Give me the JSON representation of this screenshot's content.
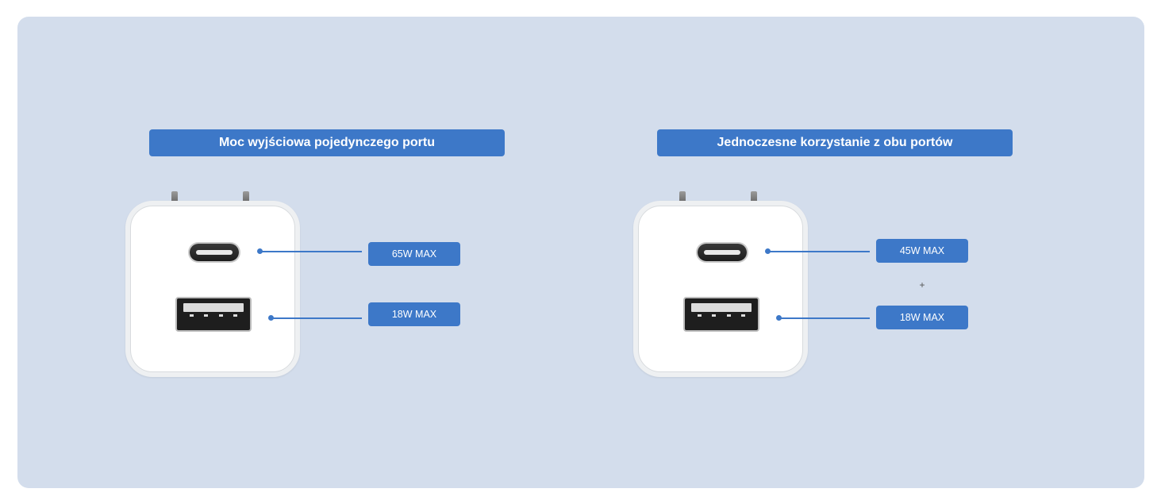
{
  "colors": {
    "panel_bg": "#d3ddec",
    "accent": "#3d78c8"
  },
  "sections": [
    {
      "title": "Moc wyjściowa pojedynczego portu",
      "ports": [
        {
          "type": "USB-C",
          "label": "65W MAX"
        },
        {
          "type": "USB-A",
          "label": "18W MAX"
        }
      ]
    },
    {
      "title": "Jednoczesne korzystanie z obu portów",
      "ports": [
        {
          "type": "USB-C",
          "label": "45W MAX"
        },
        {
          "type": "USB-A",
          "label": "18W MAX"
        }
      ],
      "separator": "+"
    }
  ],
  "icons": [
    "charger-icon",
    "usb-c-port-icon",
    "usb-a-port-icon"
  ]
}
